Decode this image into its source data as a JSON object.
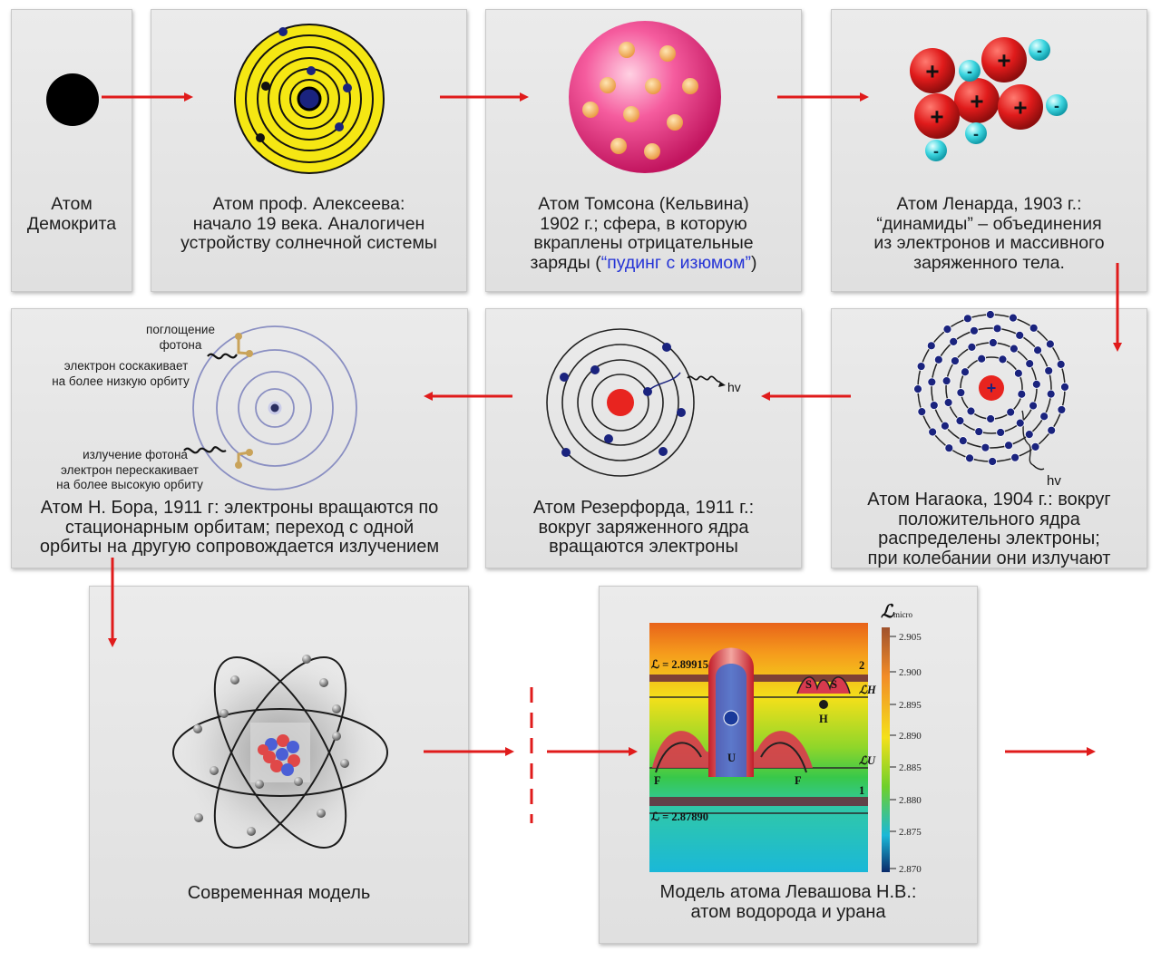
{
  "panels": {
    "democritus": {
      "lines": [
        "Атом",
        "Демокрита"
      ]
    },
    "alekseev": {
      "lines": [
        "Атом проф. Алексеева:",
        "начало 19 века. Аналогичен",
        "устройству солнечной системы"
      ]
    },
    "thomson": {
      "lines": [
        "Атом Томсона (Кельвина)",
        "1902 г.; сфера, в которую",
        "вкраплены отрицательные"
      ],
      "line4_pre": "заряды (",
      "line4_hl": "“пудинг с изюмом”",
      "line4_post": ")"
    },
    "lenard": {
      "lines": [
        "Атом Ленарда, 1903 г.:",
        "“динамиды” – объединения",
        "из электронов и массивного",
        "заряженного тела."
      ],
      "plus": "+",
      "minus": "-"
    },
    "nagaoka": {
      "lines": [
        "Атом Нагаока, 1904 г.: вокруг",
        "положительного ядра",
        "распределены электроны;",
        "при колебании они излучают"
      ],
      "hv": "hv",
      "plus": "+"
    },
    "rutherford": {
      "lines": [
        "Атом Резерфорда, 1911 г.:",
        "вокруг заряженного ядра",
        "вращаются электроны"
      ],
      "hv": "hv"
    },
    "bohr": {
      "lines": [
        "Атом Н. Бора, 1911 г: электроны вращаются по",
        "стационарным орбитам; переход с одной",
        "орбиты на другую сопровождается излучением"
      ],
      "annotations": {
        "absorb1": "поглощение",
        "absorb2": "фотона",
        "jump_low1": "электрон соскакивает",
        "jump_low2": "на более низкую орбиту",
        "emit": "излучение фотона",
        "jump_high1": "электрон перескакивает",
        "jump_high2": "на более высокую орбиту"
      }
    },
    "modern": {
      "lines": [
        "Современная модель"
      ]
    },
    "levashov": {
      "lines": [
        "Модель атома Левашова Н.В.:",
        "атом водорода и урана"
      ],
      "scale_title": "ℒ",
      "scale_sub": "micro",
      "scale_ticks": [
        "2.905",
        "2.900",
        "2.895",
        "2.890",
        "2.885",
        "2.880",
        "2.875",
        "2.870"
      ],
      "level_top": "ℒ = 2.89915",
      "level_bottom": "ℒ = 2.87890",
      "marker_2": "2",
      "marker_1": "1",
      "label_LH": "ℒH",
      "label_LU": "ℒU",
      "letter_H": "H",
      "letter_U": "U",
      "letter_F": "F",
      "letter_S": "S"
    }
  },
  "colors": {
    "arrow": "#e01b1b",
    "electron": "#1a237e",
    "nucleus": "#e8241f",
    "highlight": "#2433d6"
  }
}
